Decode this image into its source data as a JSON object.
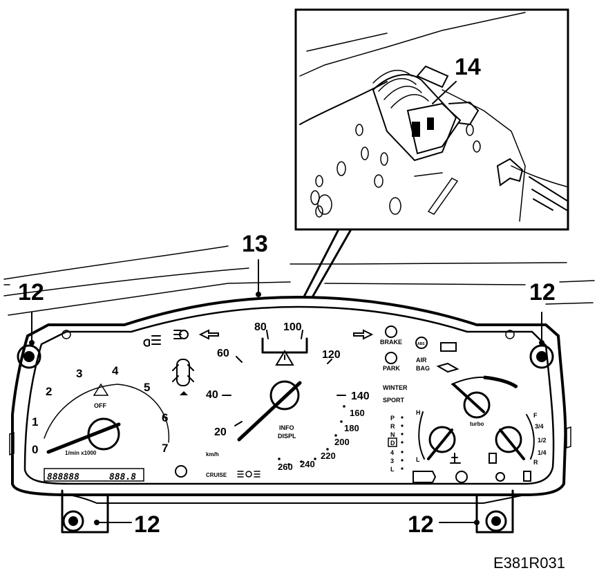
{
  "figure_code": "E381R031",
  "callouts": {
    "mounting_screw": "12",
    "cover": "13",
    "connector": "14"
  },
  "tachometer": {
    "scale": [
      "0",
      "1",
      "2",
      "3",
      "4",
      "5",
      "6",
      "7"
    ],
    "unit_label": "1/min x1000",
    "traction_label": "OFF"
  },
  "speedometer": {
    "scale": [
      "20",
      "40",
      "60",
      "80",
      "100",
      "120",
      "140",
      "160",
      "180",
      "200",
      "220",
      "240",
      "260"
    ],
    "unit_label": "km/h",
    "info_label": [
      "INFO",
      "DISPL"
    ]
  },
  "indicators": {
    "brake": "BRAKE",
    "park": "PARK",
    "airbag": [
      "AIR",
      "BAG"
    ],
    "winter": "WINTER",
    "sport": "SPORT",
    "cruise": "CRUISE",
    "abs": "ABS"
  },
  "gear_selector": [
    "P",
    "R",
    "N",
    "D",
    "4",
    "3",
    "L"
  ],
  "temp_gauge": {
    "high": "H",
    "low": "L"
  },
  "turbo_label": "turbo",
  "fuel_gauge": {
    "full": "F",
    "three_quarter": "3/4",
    "half": "1/2",
    "quarter": "1/4",
    "reserve": "R"
  },
  "odometer": {
    "trip": "888888",
    "total": "888.8"
  }
}
